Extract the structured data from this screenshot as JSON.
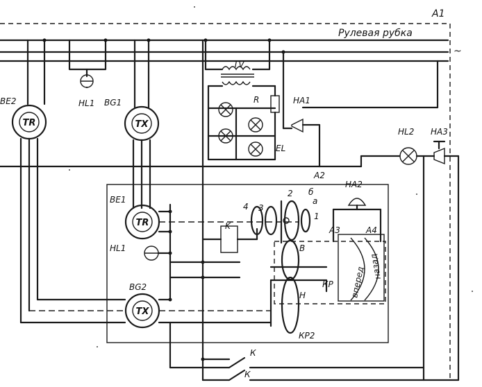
{
  "texts": {
    "a1": "A1",
    "bridge_title": "Рулевая рубка",
    "ac_symbol": "~",
    "tv": "TV",
    "r": "R",
    "ha1": "HA1",
    "el": "EL",
    "hl2": "HL2",
    "ha3": "HA3",
    "be2": "BE2",
    "hl1_top": "HL1",
    "bg1": "BG1",
    "tr_top": "TR",
    "tx_top": "TX",
    "a2": "A2",
    "ha2": "HA2",
    "be1": "BE1",
    "tr_mid": "TR",
    "hl1_mid": "HL1",
    "bg2": "BG2",
    "tx_bot": "TX",
    "k_relay": "K",
    "n1": "1",
    "n2": "2",
    "n3": "3",
    "n4": "4",
    "n_b": "б",
    "n_a": "а",
    "a3": "A3",
    "a4": "A4",
    "v_label": "В",
    "n_label": "Н",
    "kr": "КР",
    "kr2": "КР2",
    "dial_forward": "вперед",
    "dial_back": "назад",
    "k_bottom1": "К",
    "k_bottom2": "К"
  }
}
